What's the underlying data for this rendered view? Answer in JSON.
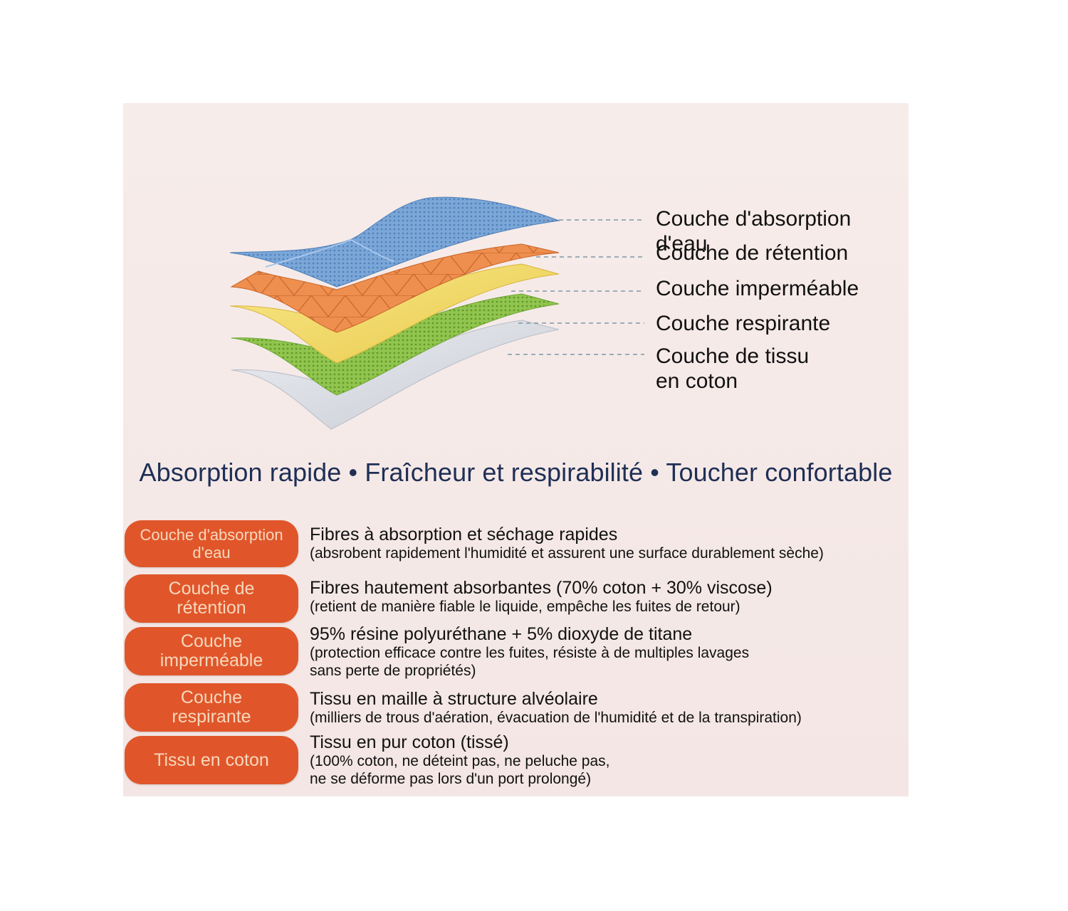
{
  "layer_labels": [
    "Couche d'absorption d'eau",
    "Couche de rétention",
    "Couche imperméable",
    "Couche respirante",
    "Couche de tissu\nen coton"
  ],
  "tagline": "Absorption rapide • Fraîcheur et respirabilité • Toucher confortable",
  "rows": [
    {
      "pill": "Couche d'absorption\nd'eau",
      "main": "Fibres à absorption et séchage rapides",
      "note": "(absrobent rapidement l'humidité et assurent une surface durablement sèche)"
    },
    {
      "pill": "Couche de\nrétention",
      "main": "Fibres hautement absorbantes (70% coton + 30% viscose)",
      "note": "(retient de manière fiable le liquide, empêche les fuites de retour)"
    },
    {
      "pill": "Couche\nimperméable",
      "main": "95% résine polyuréthane + 5% dioxyde de titane",
      "note": "(protection efficace contre les fuites, résiste à de multiples lavages\nsans perte de propriétés)"
    },
    {
      "pill": "Couche\nrespirante",
      "main": "Tissu en maille à structure alvéolaire",
      "note": "(milliers de trous d'aération, évacuation de l'humidité et de la transpiration)"
    },
    {
      "pill": "Tissu en coton",
      "main": "Tissu en pur coton (tissé)",
      "note": "(100% coton, ne déteint pas, ne peluche pas,\nne se déforme pas lors d'un port prolongé)"
    }
  ],
  "colors": {
    "water_layer": "#6f9fd4",
    "retention_layer": "#ea8a4c",
    "waterproof_layer": "#f3dc6c",
    "breathable_layer": "#8cc34a",
    "cotton_layer": "#dfe2e8",
    "pill": "#e0562a",
    "tagline": "#1f2f55"
  }
}
